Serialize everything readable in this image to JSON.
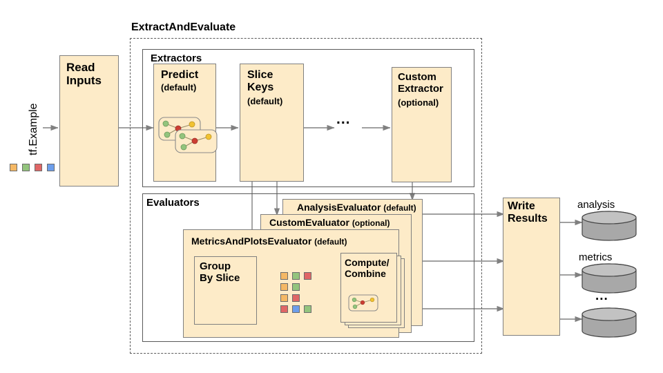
{
  "diagram": {
    "title_outer": "ExtractAndEvaluate",
    "input_label": "tf.Example",
    "ellipsis": "...",
    "nodes": {
      "read_inputs": "Read\nInputs",
      "extractors_group": "Extractors",
      "predict": "Predict",
      "predict_sub": "(default)",
      "slice_keys": "Slice\nKeys",
      "slice_keys_sub": "(default)",
      "custom_extractor": "Custom\nExtractor",
      "custom_extractor_sub": "(optional)",
      "evaluators_group": "Evaluators",
      "analysis_evaluator": "AnalysisEvaluator",
      "analysis_evaluator_sub": "(default)",
      "custom_evaluator": "CustomEvaluator",
      "custom_evaluator_sub": "(optional)",
      "metrics_plots_evaluator": "MetricsAndPlotsEvaluator",
      "metrics_plots_evaluator_sub": "(default)",
      "group_by_slice": "Group\nBy Slice",
      "compute_combine": "Compute/\nCombine",
      "write_results": "Write\nResults"
    },
    "outputs": [
      {
        "label": "analysis",
        "icon": "database-cylinder-icon"
      },
      {
        "label": "metrics",
        "icon": "database-cylinder-icon"
      },
      {
        "label": "...",
        "icon": "database-cylinder-icon"
      }
    ],
    "colors": {
      "box_fill": "#fdebc8",
      "box_stroke": "#7f7f7f",
      "swatch_orange": "#f5b865",
      "swatch_green": "#93c47d",
      "swatch_red": "#e06666",
      "swatch_blue": "#6d9eeb",
      "cylinder_fill": "#a8a8a8",
      "arrow": "#808080"
    },
    "example_swatches": [
      "swatch_orange",
      "swatch_green",
      "swatch_red",
      "swatch_blue"
    ],
    "slice_rows": [
      [
        "swatch_orange",
        "swatch_green",
        "swatch_red"
      ],
      [
        "swatch_orange",
        "swatch_green"
      ],
      [
        "swatch_orange",
        "swatch_red"
      ],
      [
        "swatch_red",
        "swatch_blue",
        "swatch_green"
      ]
    ]
  }
}
